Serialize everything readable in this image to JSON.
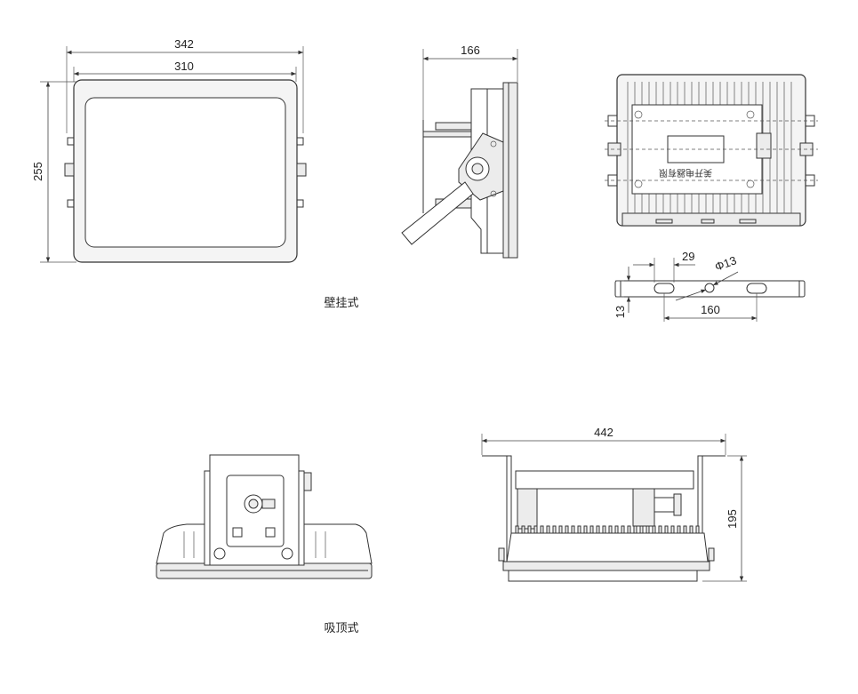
{
  "captions": {
    "wall_mount": "壁挂式",
    "ceiling_mount": "吸顶式"
  },
  "dimensions": {
    "front_outer_width": "342",
    "front_inner_width": "310",
    "front_height": "255",
    "side_depth": "166",
    "bracket_slot_width": "29",
    "bracket_hole_diameter": "Φ13",
    "bracket_thickness": "13",
    "bracket_hole_spacing": "160",
    "ceiling_width": "442",
    "ceiling_height": "195"
  },
  "nameplate_text": "美开电器有限"
}
